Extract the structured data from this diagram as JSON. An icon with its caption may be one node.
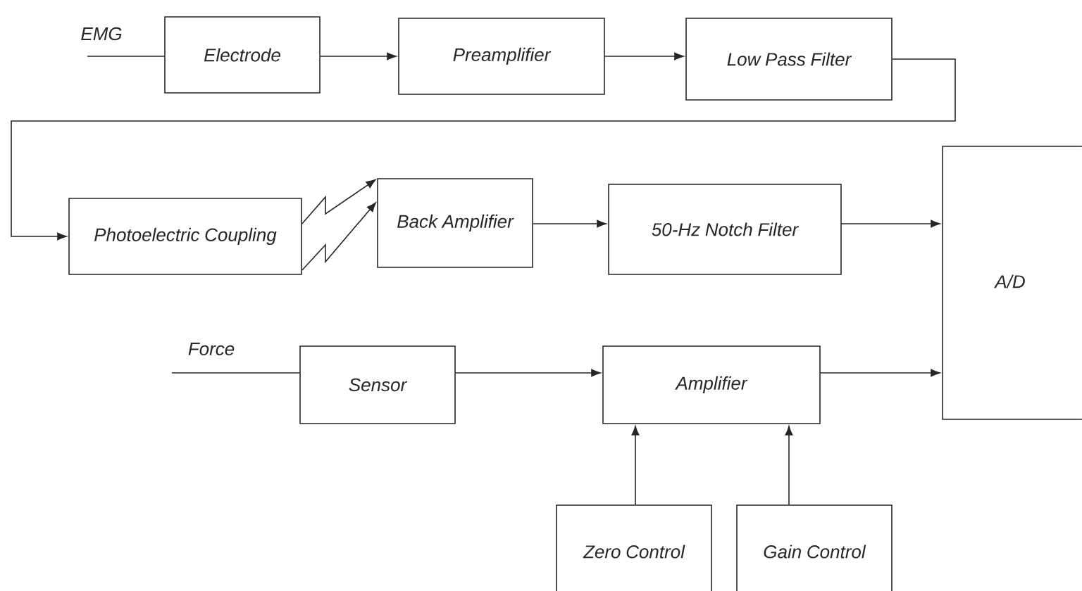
{
  "diagram": {
    "nodes": [
      {
        "text": [
          "Electrode"
        ]
      },
      {
        "text": [
          "Preamplifier"
        ]
      },
      {
        "text": [
          "Low Pass Filter"
        ]
      },
      {
        "text": [
          "Photoelectric Coupling"
        ]
      },
      {
        "text": [
          "Back Amplifier"
        ]
      },
      {
        "text": [
          "50-Hz Notch Filter"
        ]
      },
      {
        "text": [
          "A/D"
        ]
      },
      {
        "text": [
          "Sensor"
        ]
      },
      {
        "text": [
          "Amplifier"
        ]
      },
      {
        "text": [
          "Zero Control"
        ]
      },
      {
        "text": [
          "Gain Control"
        ]
      }
    ],
    "edges": [
      {
        "from": null,
        "to": 0,
        "arrow": "none"
      },
      {
        "from": 0,
        "to": 1,
        "arrow": "to"
      },
      {
        "from": 1,
        "to": 2,
        "arrow": "to"
      },
      {
        "from": 2,
        "to": 3,
        "arrow": "to"
      },
      {
        "from": 3,
        "to": 4,
        "arrow": "to"
      },
      {
        "from": 3,
        "to": 4,
        "arrow": "to"
      },
      {
        "from": 4,
        "to": 5,
        "arrow": "to"
      },
      {
        "from": 5,
        "to": 6,
        "arrow": "to"
      },
      {
        "from": null,
        "to": 7,
        "arrow": "none"
      },
      {
        "from": 7,
        "to": 8,
        "arrow": "to"
      },
      {
        "from": 8,
        "to": 6,
        "arrow": "to"
      },
      {
        "from": 9,
        "to": 8,
        "arrow": "to"
      },
      {
        "from": 10,
        "to": 8,
        "arrow": "to"
      }
    ],
    "labels": [
      "EMG",
      "Force"
    ]
  }
}
